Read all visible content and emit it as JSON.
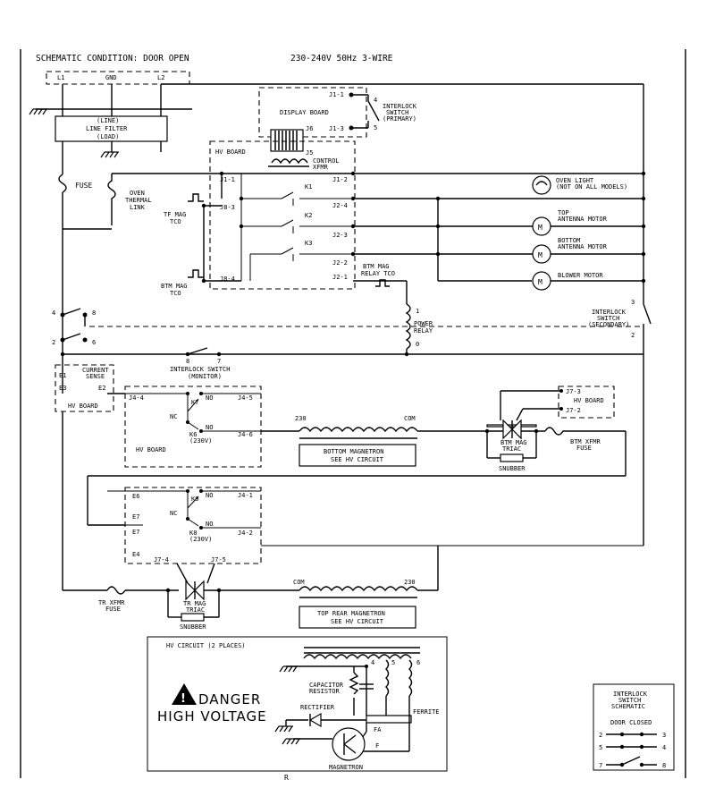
{
  "header": {
    "condition": "SCHEMATIC CONDITION: DOOR OPEN",
    "power": "230-240V 50Hz 3-WIRE"
  },
  "supply": {
    "l1": "L1",
    "gnd": "GND",
    "l2": "L2"
  },
  "line_filter": {
    "line": "(LINE)",
    "name": "LINE FILTER",
    "load": "(LOAD)"
  },
  "fuse": "FUSE",
  "oven_thermal_link": [
    "OVEN",
    "THERMAL",
    "LINK"
  ],
  "display_board": {
    "name": "DISPLAY BOARD",
    "j1_1": "J1-1",
    "j1_3": "J1-3",
    "j6": "J6",
    "j5": "J5"
  },
  "interlock_primary": {
    "name": [
      "INTERLOCK",
      "SWITCH",
      "(PRIMARY)"
    ],
    "p4": "4",
    "p5": "5"
  },
  "hv_board_top": {
    "name": "HV BOARD",
    "control_xfmr": [
      "CONTROL",
      "XFMR"
    ],
    "pins": {
      "j1_1": "J1-1",
      "j1_2": "J1-2",
      "j8_3": "J8-3",
      "j2_4": "J2-4",
      "j2_3": "J2-3",
      "j2_2": "J2-2",
      "j2_1": "J2-1",
      "j8_4": "J8-4"
    },
    "relays": {
      "k1": "K1",
      "k2": "K2",
      "k3": "K3"
    }
  },
  "tf_mag_tco": [
    "TF MAG",
    "TCO"
  ],
  "btm_mag_tco_left": [
    "BTM MAG",
    "TCO"
  ],
  "btm_mag_relay_tco": [
    "BTM MAG",
    "RELAY TCO"
  ],
  "loads": {
    "oven_light": [
      "OVEN LIGHT",
      "(NOT ON ALL MODELS)"
    ],
    "top_antenna": [
      "TOP",
      "ANTENNA MOTOR"
    ],
    "bottom_antenna": [
      "BOTTOM",
      "ANTENNA MOTOR"
    ],
    "blower": "BLOWER MOTOR",
    "motor_symbol": "M"
  },
  "power_relay": {
    "name": [
      "POWER",
      "RELAY"
    ],
    "p1": "1",
    "p0": "0"
  },
  "interlock_secondary": {
    "name": [
      "INTERLOCK",
      "SWITCH",
      "(SECONDARY)"
    ],
    "p3": "3",
    "p2": "2"
  },
  "left_switch": {
    "p4": "4",
    "p8": "8",
    "p2": "2",
    "p6": "6"
  },
  "current_sense": {
    "name": [
      "CURRENT",
      "SENSE"
    ],
    "e1": "E1",
    "e3": "E3",
    "e2": "E2",
    "board": "HV BOARD"
  },
  "interlock_monitor": {
    "name": [
      "INTERLOCK SWITCH",
      "(MONITOR)"
    ],
    "p8": "8",
    "p7": "7"
  },
  "hv_board_mid": {
    "name": "HV BOARD",
    "j4_4": "J4-4",
    "j4_5": "J4-5",
    "j4_6": "J4-6",
    "k7": "K7",
    "no1": "NO",
    "nc1": "NC",
    "no2": "NO",
    "k6": [
      "K6",
      "(230V)"
    ]
  },
  "bottom_magnetron": {
    "l230": "230",
    "com": "COM",
    "box": [
      "BOTTOM MAGNETRON",
      "SEE HV CIRCUIT"
    ]
  },
  "hv_board_right": {
    "j7_3": "J7-3",
    "name": "HV BOARD",
    "j7_2": "J7-2"
  },
  "btm_mag_triac": [
    "BTM MAG",
    "TRIAC"
  ],
  "snubber_btm": "SNUBBER",
  "btm_xfmr_fuse": [
    "BTM XFMR",
    "FUSE"
  ],
  "hv_board_low": {
    "e6": "E6",
    "e7a": "E7",
    "e7b": "E7",
    "e4": "E4",
    "k9": "K9",
    "no1": "NO",
    "nc": "NC",
    "no2": "NO",
    "k8": [
      "K8",
      "(230V)"
    ],
    "j4_1": "J4-1",
    "j4_2": "J4-2",
    "j7_4": "J7-4",
    "j7_5": "J7-5"
  },
  "tr_xfmr_fuse": [
    "TR XFMR",
    "FUSE"
  ],
  "tr_mag_triac": [
    "TR MAG",
    "TRIAC"
  ],
  "snubber_tr": "SNUBBER",
  "top_magnetron": {
    "com": "COM",
    "l230": "230",
    "box": [
      "TOP REAR MAGNETRON",
      "SEE HV CIRCUIT"
    ]
  },
  "hv_circuit": {
    "title": "HV CIRCUIT (2 PLACES)",
    "capacitor": [
      "CAPACITOR",
      "RESISTOR"
    ],
    "rectifier": "RECTIFIER",
    "ferrite": "FERRITE",
    "magnetron": "MAGNETRON",
    "n4": "4",
    "n5": "5",
    "n6": "6",
    "fa": "FA",
    "f": "F",
    "danger": [
      "DANGER",
      "HIGH VOLTAGE"
    ],
    "warning_symbol": "!",
    "footer_letter": "R"
  },
  "interlock_schematic": {
    "title": [
      "INTERLOCK",
      "SWITCH",
      "SCHEMATIC"
    ],
    "state": "DOOR CLOSED",
    "rows": [
      {
        "left": "2",
        "right": "3"
      },
      {
        "left": "5",
        "right": "4"
      },
      {
        "left": "7",
        "right": "8"
      }
    ]
  },
  "icons": [
    "warning-triangle-icon",
    "ground-icon",
    "fuse-icon",
    "motor-icon",
    "lamp-icon",
    "coil-icon",
    "triac-icon",
    "diode-icon",
    "magnetron-tube-icon"
  ]
}
